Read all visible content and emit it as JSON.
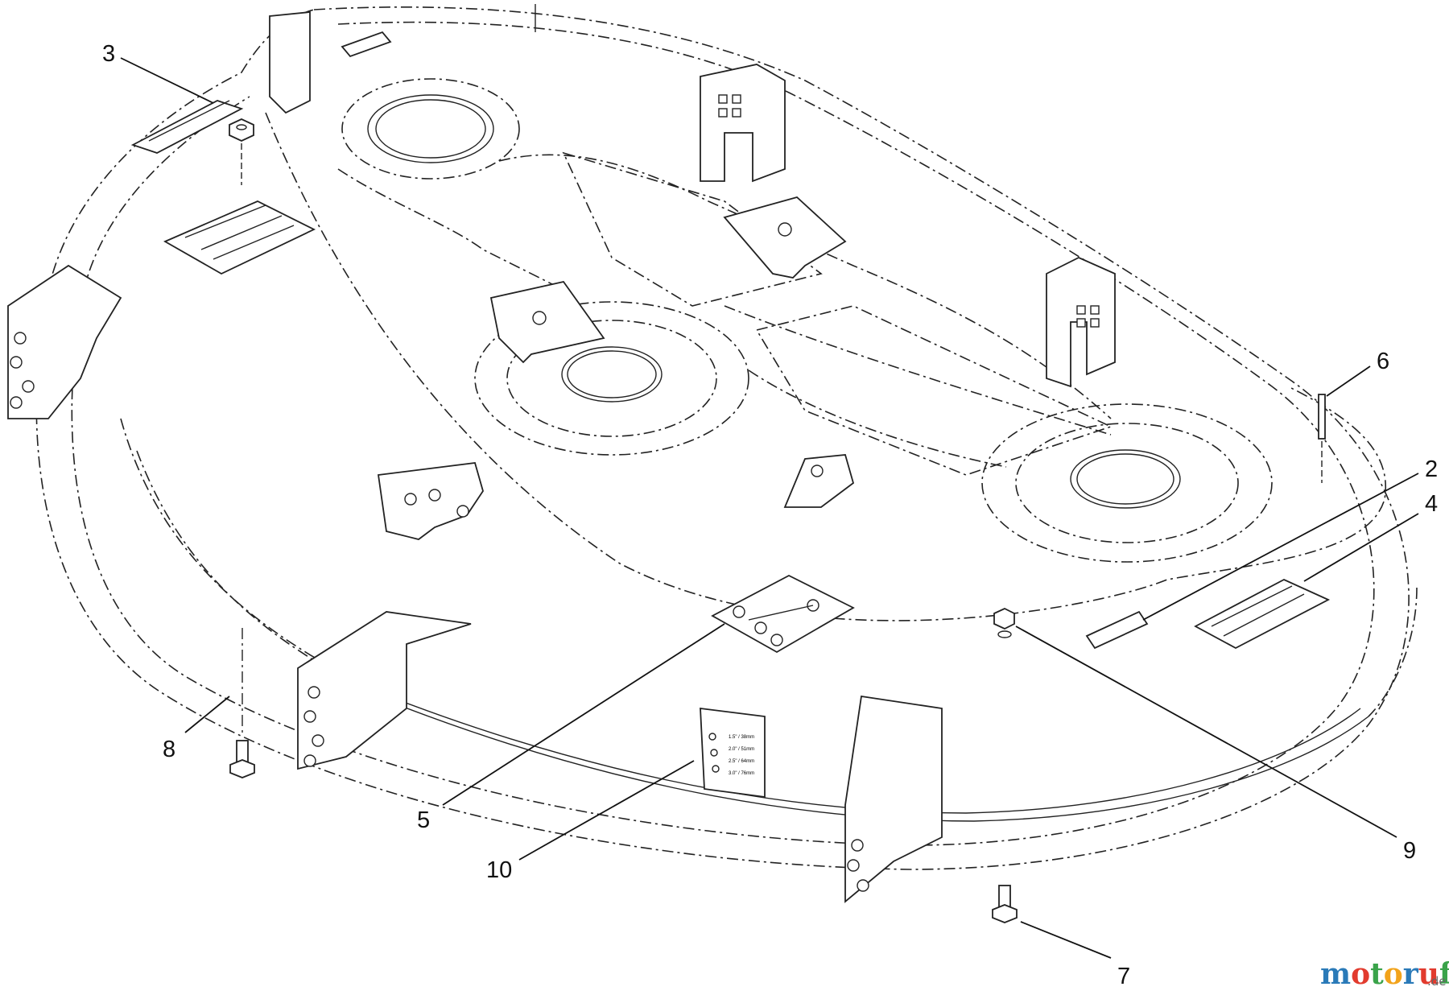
{
  "callouts": [
    {
      "id": "2",
      "label": "2"
    },
    {
      "id": "3",
      "label": "3"
    },
    {
      "id": "4",
      "label": "4"
    },
    {
      "id": "5",
      "label": "5"
    },
    {
      "id": "6",
      "label": "6"
    },
    {
      "id": "7",
      "label": "7"
    },
    {
      "id": "8",
      "label": "8"
    },
    {
      "id": "9",
      "label": "9"
    },
    {
      "id": "10",
      "label": "10"
    }
  ],
  "watermark": {
    "brand": "motoruf",
    "suffix": ".de",
    "colors": {
      "m": "#2a7ab8",
      "o1": "#e23b2e",
      "t": "#3aa34a",
      "o2": "#f2a31b",
      "r": "#2a7ab8",
      "u": "#e23b2e",
      "f": "#3aa34a"
    }
  },
  "decal_10_text": [
    "1.5\" / 38mm",
    "2.0\" / 51mm",
    "2.5\" / 64mm",
    "3.0\" / 76mm"
  ]
}
